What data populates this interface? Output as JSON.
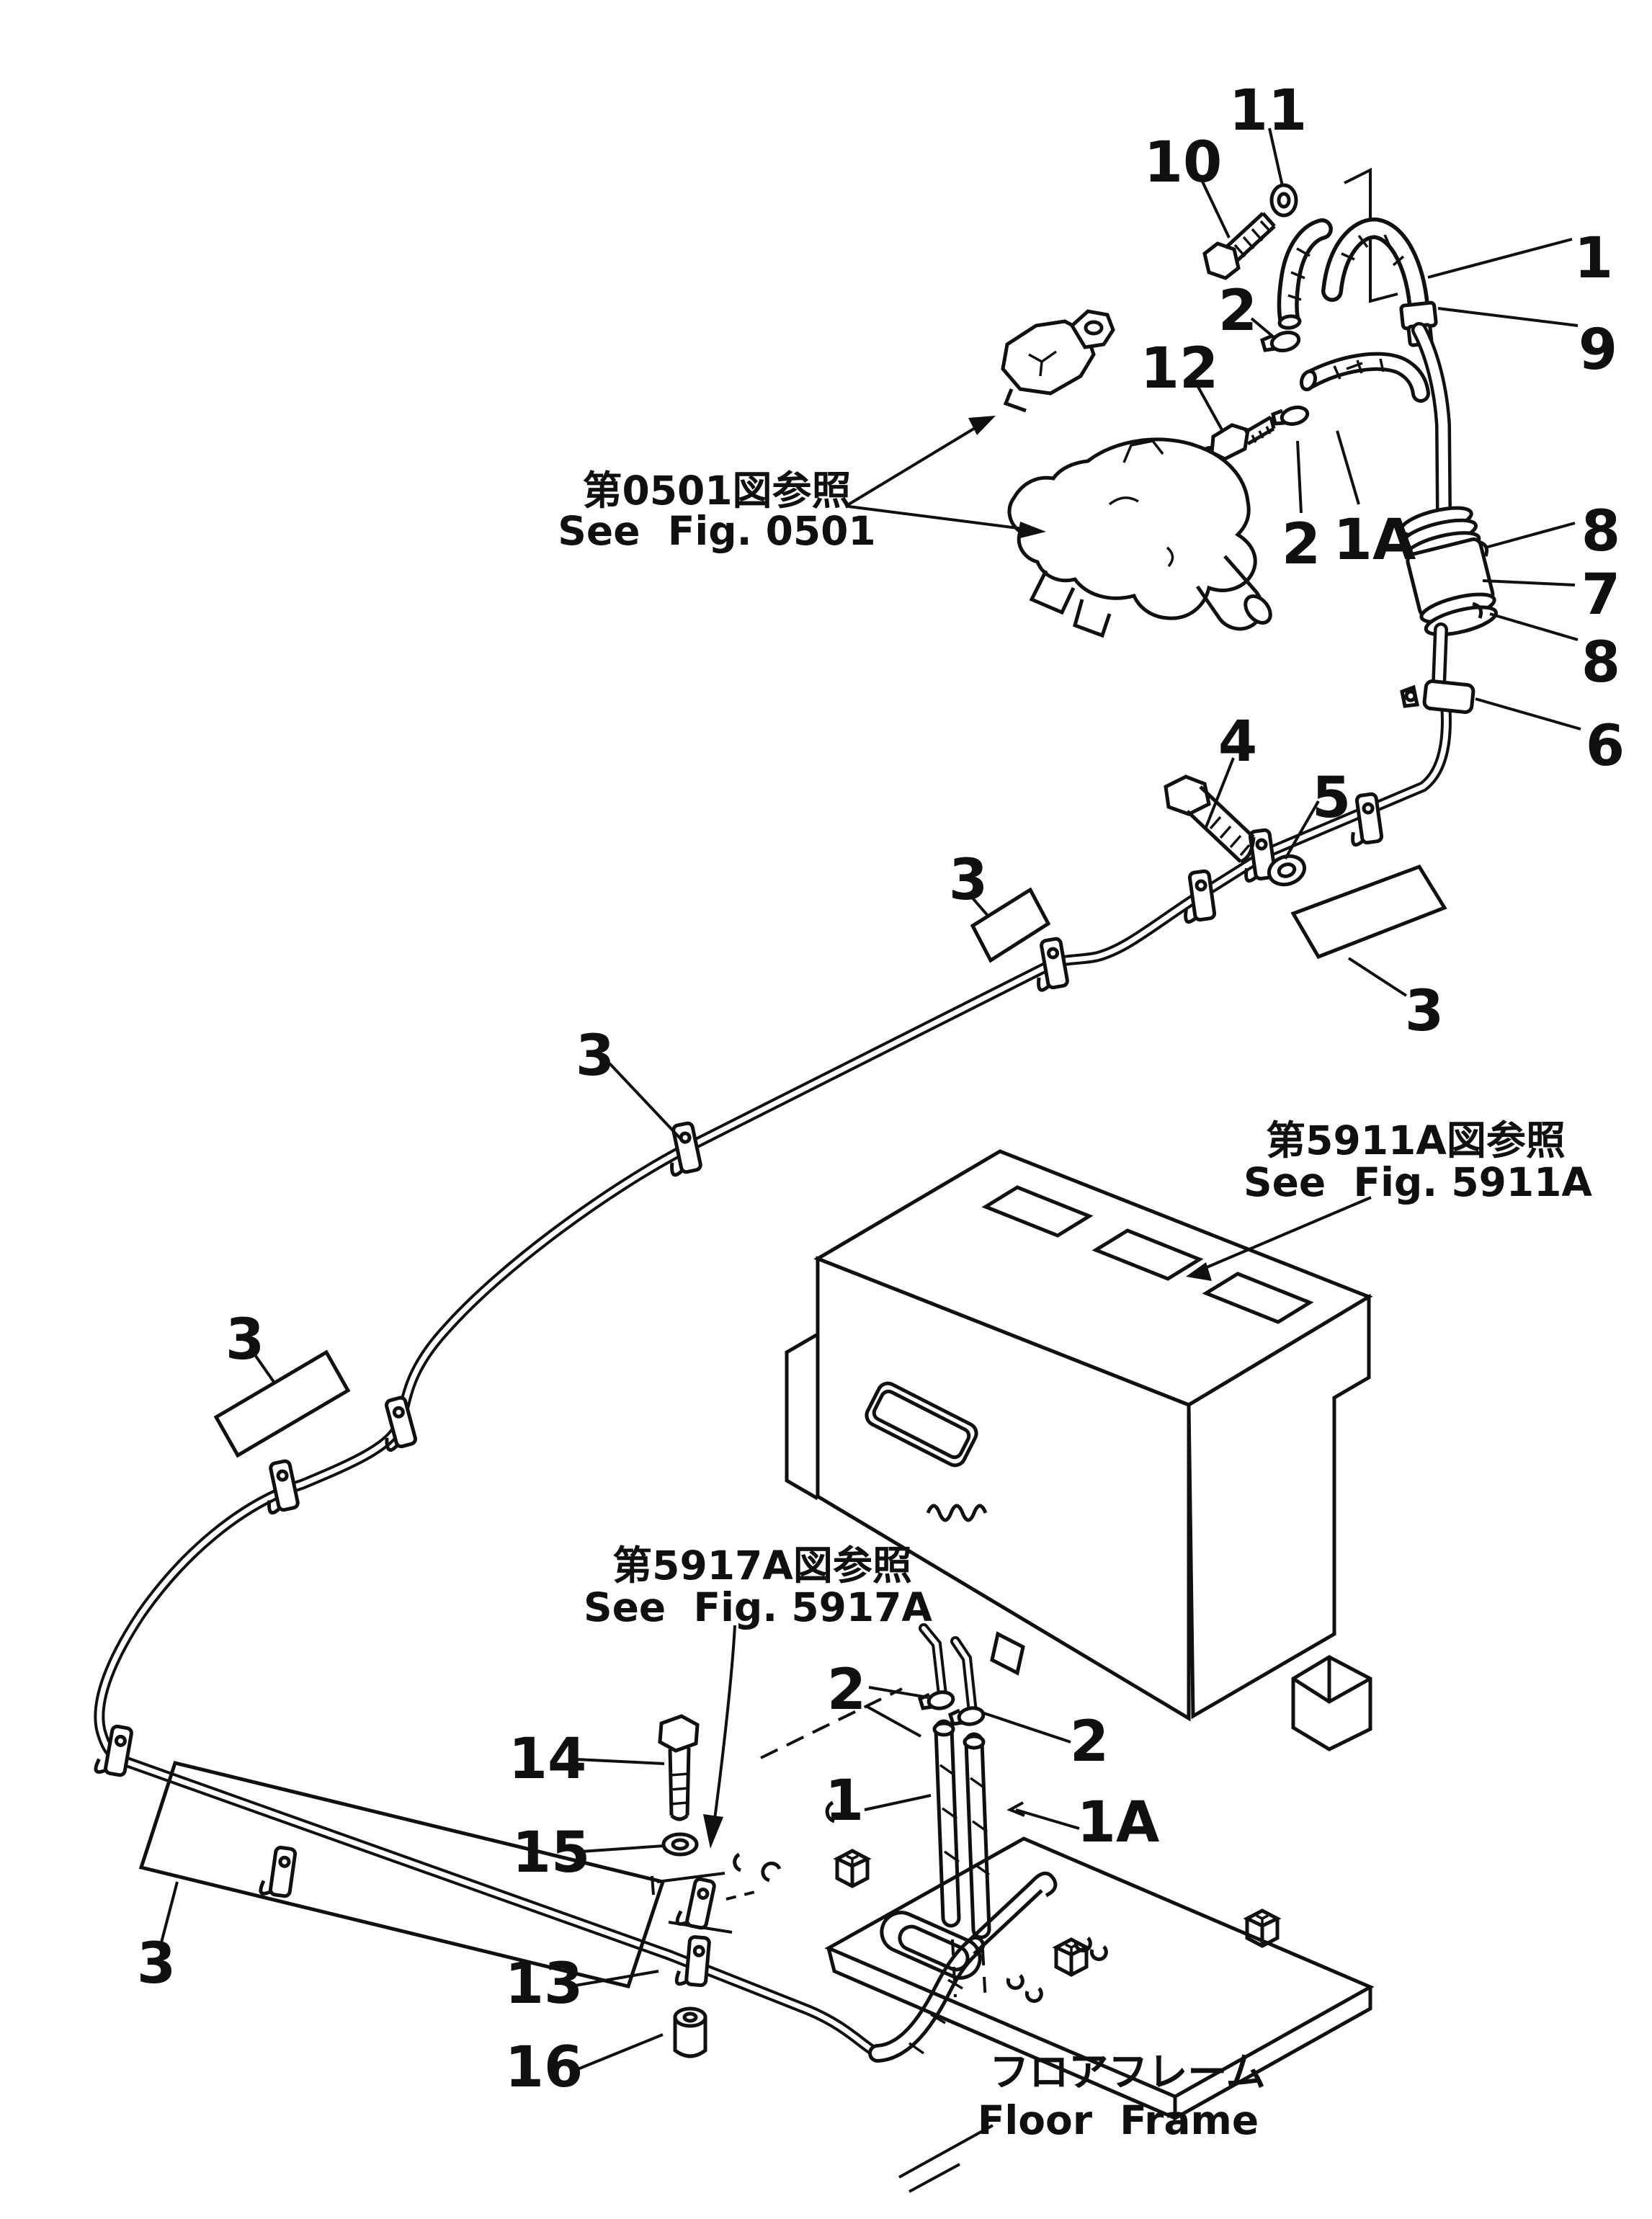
{
  "diagram": {
    "title_note": "Heater piping exploded parts diagram",
    "callouts": {
      "c10": "10",
      "c11": "11",
      "c1_top": "1",
      "c9": "9",
      "c2_top": "2",
      "c12": "12",
      "c2_mid": "2",
      "c1a_top": "1A",
      "c8_top": "8",
      "c7": "7",
      "c8_bot": "8",
      "c6": "6",
      "c4": "4",
      "c5": "5",
      "c3_mid_left": "3",
      "c3_mid_right": "3",
      "c3_left": "3",
      "c3_far_left": "3",
      "c3_bottom": "3",
      "c14": "14",
      "c15": "15",
      "c2_bot_left": "2",
      "c2_bot_right": "2",
      "c1_bot": "1",
      "c1a_bot": "1A",
      "c13": "13",
      "c16": "16"
    },
    "references": {
      "fig0501": {
        "jp": "第0501図参照",
        "en": "See  Fig. 0501"
      },
      "fig5911a": {
        "jp": "第5911A図参照",
        "en": "See  Fig. 5911A"
      },
      "fig5917a": {
        "jp": "第5917A図参照",
        "en": "See  Fig. 5917A"
      }
    },
    "floor_frame": {
      "jp": "フロアフレーム",
      "en": "Floor  Frame"
    }
  }
}
